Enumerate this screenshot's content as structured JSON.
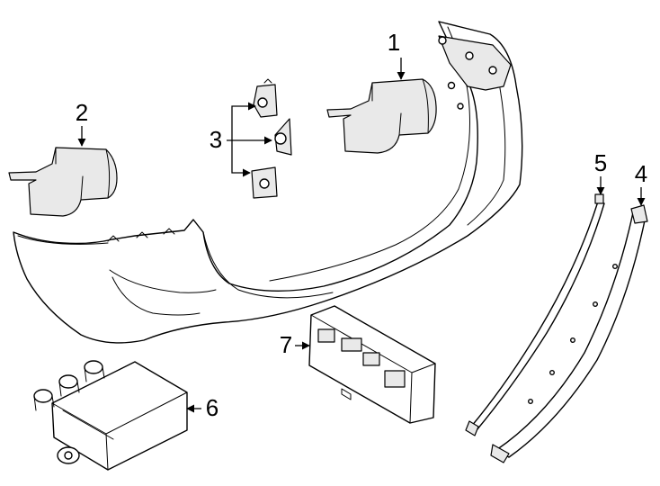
{
  "callouts": {
    "c1": "1",
    "c2": "2",
    "c3": "3",
    "c4": "4",
    "c5": "5",
    "c6": "6",
    "c7": "7"
  },
  "colors": {
    "line": "#000000",
    "background": "#ffffff",
    "shade": "#e9e9e9"
  }
}
